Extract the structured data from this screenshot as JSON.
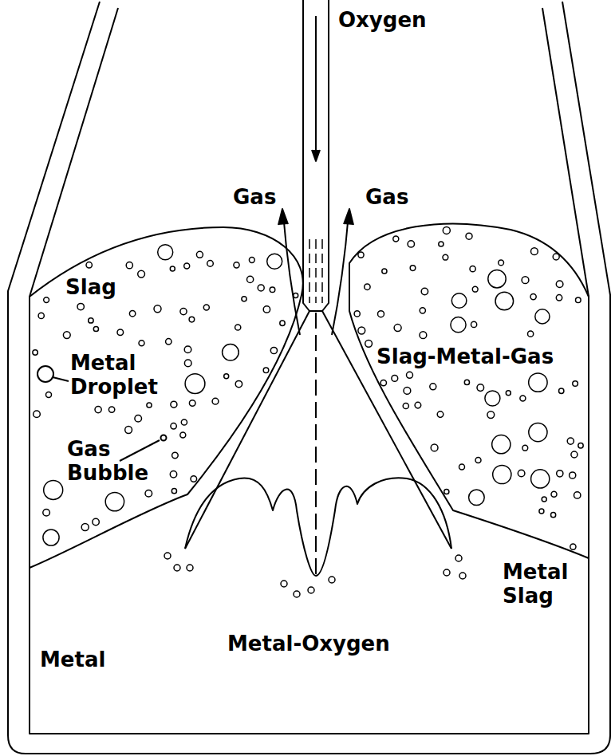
{
  "diagram": {
    "labels": [
      "Oxygen",
      "Gas",
      "Gas",
      "Slag",
      "Metal Droplet",
      "Gas Bubble",
      "Slag-Metal-Gas",
      "Metal Slag",
      "Metal-Oxygen",
      "Metal"
    ]
  }
}
